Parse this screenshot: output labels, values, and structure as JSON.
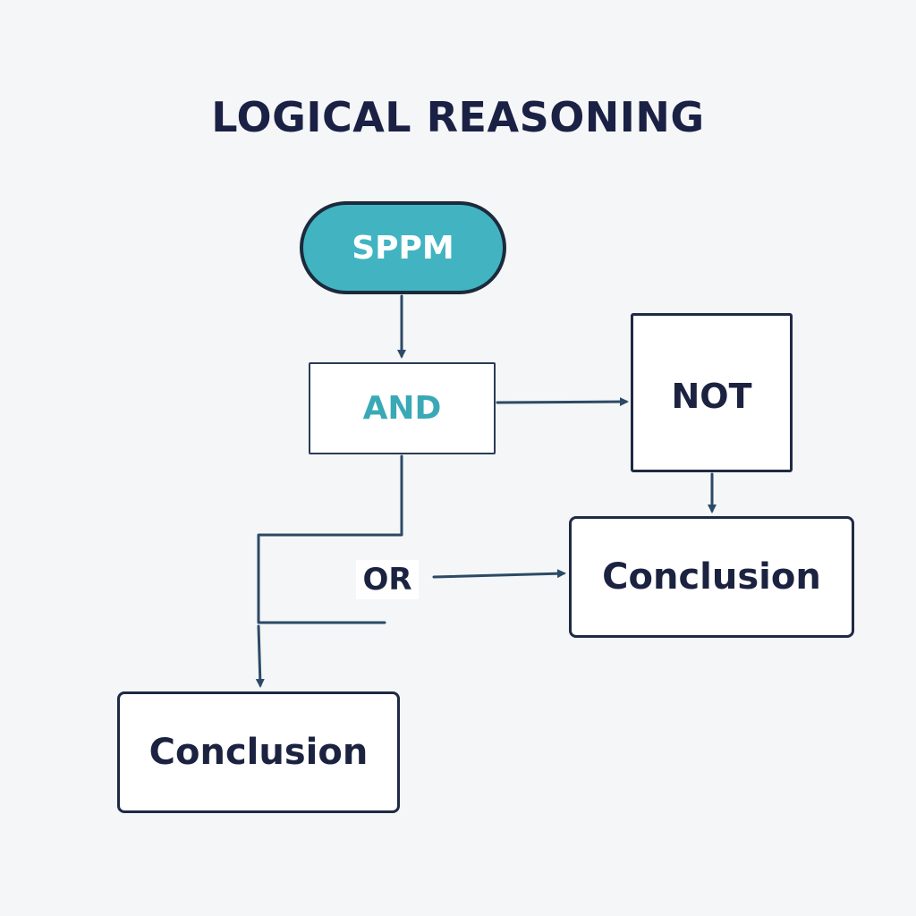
{
  "title": "LOGICAL REASONING",
  "nodes": {
    "start": "SPPM",
    "and": "AND",
    "not": "NOT",
    "or": "OR",
    "conclusion_right": "Conclusion",
    "conclusion_bottom": "Conclusion"
  },
  "colors": {
    "start_fill": "#42b4c1",
    "and_text": "#3aa9b6",
    "outline": "#1f2a44",
    "connector": "#2c4a66"
  }
}
